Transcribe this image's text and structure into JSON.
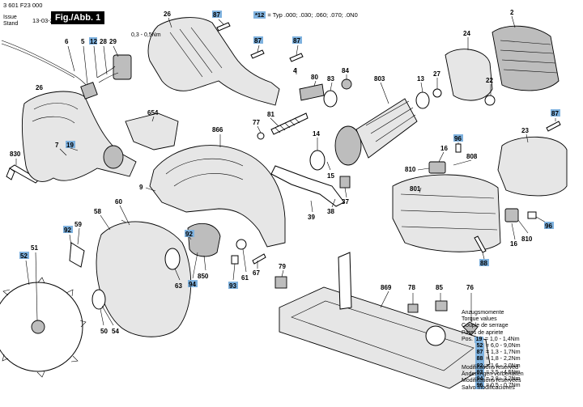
{
  "header": {
    "number": "3 601 F23 000",
    "issue": "Issue",
    "stand": "Stand",
    "date": "13-03-26",
    "figure": "Fig./Abb. 1"
  },
  "typ_note": {
    "key": "*12",
    "text": "= Typ .000; .030; .060; .070; .0N0"
  },
  "torque": {
    "titles": [
      "Anzugsmomente",
      "Torque values",
      "Couple de serrage",
      "Pares de apriete"
    ],
    "pos_label": "Pos.",
    "rows": [
      {
        "key": "19",
        "value": "= 1,0 - 1,4Nm"
      },
      {
        "key": "52",
        "value": "= 6,0 - 9,0Nm"
      },
      {
        "key": "87",
        "value": "= 1,3 - 1,7Nm"
      },
      {
        "key": "88",
        "value": "= 1,8 - 2,2Nm"
      },
      {
        "key": "92",
        "value": "= 1,6 - 2,0Nm"
      },
      {
        "key": "93",
        "value": "= 3,5 - 4,5Nm"
      },
      {
        "key": "94",
        "value": "= 2,8 - 3,2Nm"
      },
      {
        "key": "96",
        "value": "= 0,5 - 0,7Nm"
      }
    ]
  },
  "modifications": [
    "Modifications reserved",
    "Änderungen vorbehalten",
    "Modifications réservées",
    "Salvo modificaciones"
  ],
  "torque_note": "0,3 - 0,5Nm",
  "labels": {
    "l2": "2",
    "l4": "4",
    "l5": "5",
    "l6": "6",
    "l7": "7",
    "l9": "9",
    "l12": "12",
    "l13": "13",
    "l14": "14",
    "l15": "15",
    "l16a": "16",
    "l16b": "16",
    "l19": "19",
    "l22": "22",
    "l23": "23",
    "l24": "24",
    "l26a": "26",
    "l26b": "26",
    "l27": "27",
    "l28": "28",
    "l29": "29",
    "l37": "37",
    "l38": "38",
    "l39": "39",
    "l50": "50",
    "l51": "51",
    "l52": "52",
    "l54": "54",
    "l58": "58",
    "l59": "59",
    "l60": "60",
    "l61": "61",
    "l63": "63",
    "l67": "67",
    "l76": "76",
    "l77": "77",
    "l78": "78",
    "l79": "79",
    "l80": "80",
    "l81": "81",
    "l83": "83",
    "l84": "84",
    "l85": "85",
    "l87a": "87",
    "l87b": "87",
    "l87c": "87",
    "l87d": "87",
    "l88": "88",
    "l92a": "92",
    "l92b": "92",
    "l93": "93",
    "l94": "94",
    "l96a": "96",
    "l96b": "96",
    "l801": "801",
    "l803": "803",
    "l808": "808",
    "l810a": "810",
    "l810b": "810",
    "l830": "830",
    "l850": "850",
    "l866": "866",
    "l869": "869",
    "l654": "654"
  }
}
